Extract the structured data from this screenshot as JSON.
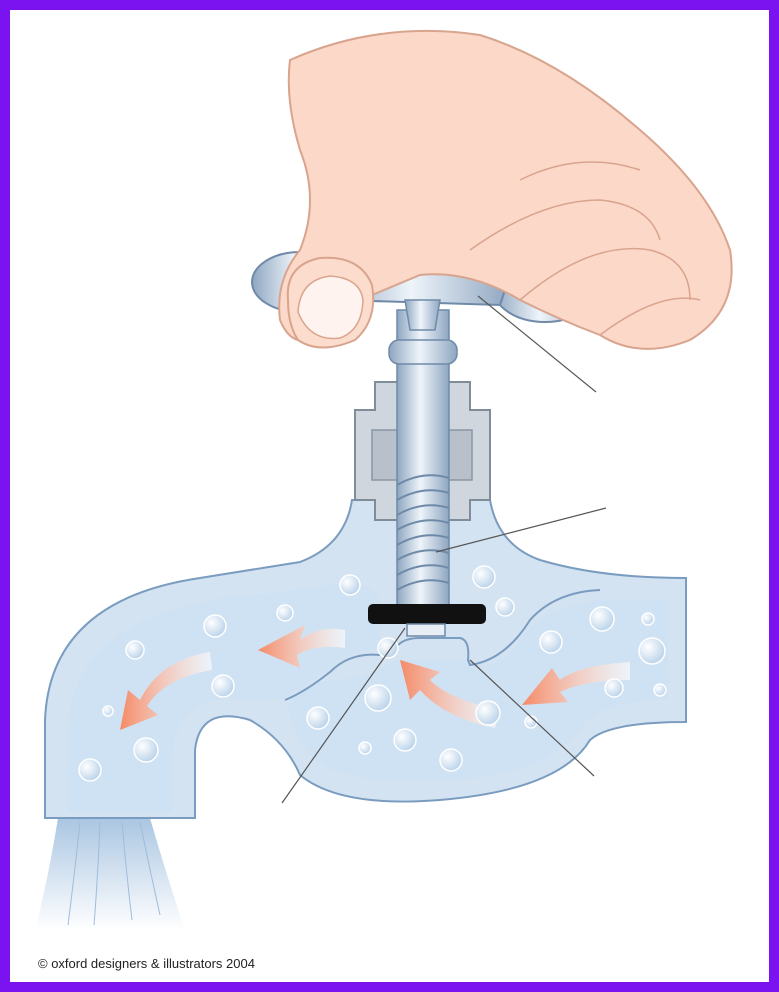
{
  "colors": {
    "border": "#7b12f0",
    "background": "#ffffff",
    "pipe_outer": "#7a9cc0",
    "pipe_wall": "#b6cde3",
    "water": "#cfe2f3",
    "metal": "#aebfd3",
    "metal_dark": "#6f8aa8",
    "skin": "#fbd8c8",
    "skin_outline": "#d9a48e",
    "arrow": "#f7a889",
    "washer": "#111111",
    "leader_line": "#555555"
  },
  "icons": {
    "flow_arrow": "curved-arrow",
    "bubble": "circle"
  },
  "copyright": "© oxford designers & illustrators 2004"
}
